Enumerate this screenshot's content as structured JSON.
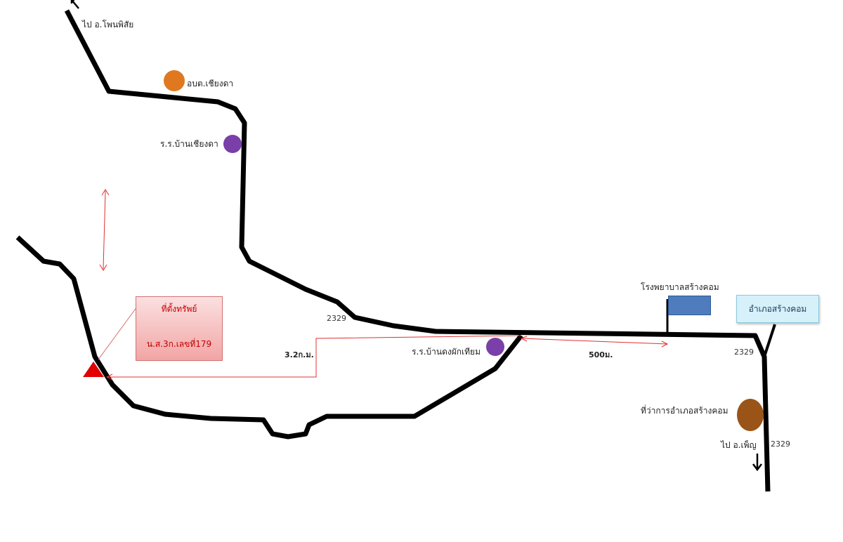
{
  "labels": {
    "to_phon_phisai": "ไป อ.โพนพิสัย",
    "to_phen": "ไป อ.เพ็ญ",
    "sao_chiang_da": "อบต.เชียงดา",
    "school_chiang_da": "ร.ร.บ้านเชียงดา",
    "school_dong_phak_thiam": "ร.ร.บ้านดงผักเทียม",
    "hospital": "โรงพยาบาลสร้างคอม",
    "district_office_box": "อำเภอสร้างคอม",
    "district_office": "ที่ว่าการอำเภอสร้างคอม",
    "property_title": "ที่ตั้งทรัพย์",
    "property_deed": "น.ส.3ก.เลขที่179"
  },
  "roads": {
    "route_a": "2329",
    "route_b": "2329",
    "route_c": "2329"
  },
  "distances": {
    "to_property": "3.2ก.ม.",
    "to_junction": "500ม."
  },
  "colors": {
    "road": "#000000",
    "measure_line": "#e03030",
    "property_marker": "#e00000",
    "sao_marker": "#e07820",
    "school_marker": "#7a3fa8",
    "district_marker": "#9a5418",
    "hospital_marker": "#4f7cbc"
  }
}
